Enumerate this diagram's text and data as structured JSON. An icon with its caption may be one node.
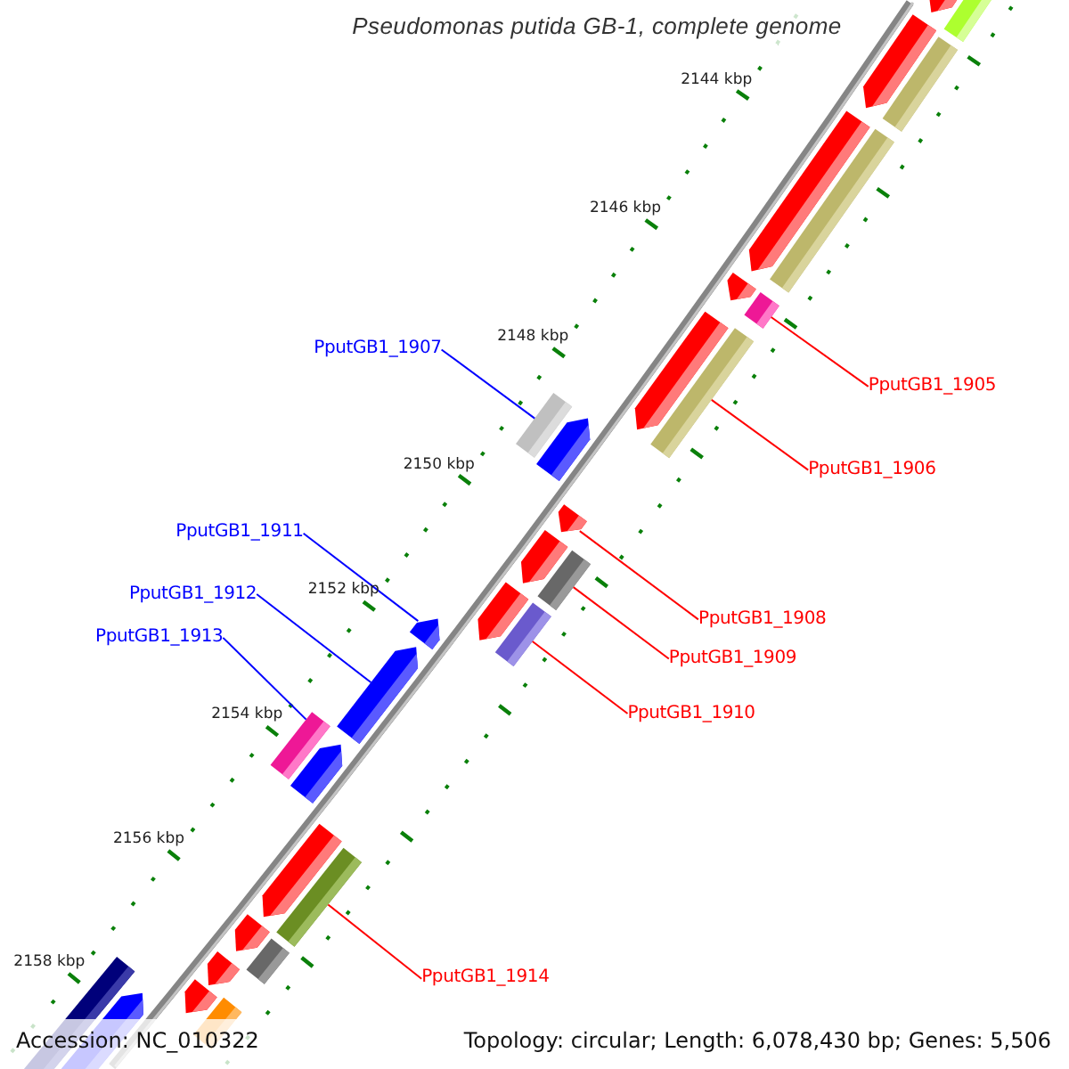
{
  "diagram": {
    "title": "Pseudomonas putida GB-1, complete genome",
    "nodes": [
      {
        "text": [
          "PputGB1_1905"
        ]
      },
      {
        "text": [],
        "shape": "bar"
      },
      {
        "text": [
          "PputGB1_1906"
        ]
      },
      {
        "text": [],
        "shape": "bar"
      },
      {
        "text": [
          "PputGB1_1907"
        ]
      },
      {
        "text": [],
        "shape": "bar"
      },
      {
        "text": [
          "PputGB1_1908"
        ]
      },
      {
        "text": [],
        "shape": "arrow"
      },
      {
        "text": [
          "PputGB1_1909"
        ]
      },
      {
        "text": [],
        "shape": "bar"
      },
      {
        "text": [
          "PputGB1_1910"
        ]
      },
      {
        "text": [],
        "shape": "bar"
      },
      {
        "text": [
          "PputGB1_1911"
        ]
      },
      {
        "text": [],
        "shape": "arrow"
      },
      {
        "text": [
          "PputGB1_1912"
        ]
      },
      {
        "text": [],
        "shape": "arrow"
      },
      {
        "text": [
          "PputGB1_1913"
        ]
      },
      {
        "text": [],
        "shape": "bar"
      },
      {
        "text": [
          "PputGB1_1914"
        ]
      },
      {
        "text": [],
        "shape": "bar"
      },
      {
        "text": [],
        "shape": "arrow"
      },
      {
        "text": [],
        "shape": "arrow"
      },
      {
        "text": [],
        "shape": "arrow"
      },
      {
        "text": [],
        "shape": "arrow"
      },
      {
        "text": [],
        "shape": "arrow"
      },
      {
        "text": [],
        "shape": "arrow"
      },
      {
        "text": [],
        "shape": "arrow"
      },
      {
        "text": [],
        "shape": "arrow"
      },
      {
        "text": [],
        "shape": "arrow"
      },
      {
        "text": [],
        "shape": "arrow"
      },
      {
        "text": [],
        "shape": "arrow"
      },
      {
        "text": [],
        "shape": "bar"
      },
      {
        "text": [],
        "shape": "bar"
      },
      {
        "text": [],
        "shape": "bar"
      },
      {
        "text": [],
        "shape": "bar"
      },
      {
        "text": [],
        "shape": "bar"
      },
      {
        "text": [],
        "shape": "arrow"
      },
      {
        "text": [],
        "shape": "arrow"
      },
      {
        "text": [],
        "shape": "arrow"
      },
      {
        "text": [],
        "shape": "bar"
      }
    ],
    "edges": [
      {
        "from": 0,
        "to": 1,
        "arrow": "none"
      },
      {
        "from": 2,
        "to": 3,
        "arrow": "none"
      },
      {
        "from": 4,
        "to": 5,
        "arrow": "none",
        "color": "#0000ff"
      },
      {
        "from": 6,
        "to": 7,
        "arrow": "none"
      },
      {
        "from": 8,
        "to": 9,
        "arrow": "none"
      },
      {
        "from": 10,
        "to": 11,
        "arrow": "none"
      },
      {
        "from": 12,
        "to": 13,
        "arrow": "none",
        "color": "#0000ff"
      },
      {
        "from": 14,
        "to": 15,
        "arrow": "none",
        "color": "#0000ff"
      },
      {
        "from": 16,
        "to": 17,
        "arrow": "none",
        "color": "#0000ff"
      },
      {
        "from": 18,
        "to": 19,
        "arrow": "none"
      }
    ],
    "labels": [
      "2144 kbp",
      "2146 kbp",
      "2148 kbp",
      "2150 kbp",
      "2152 kbp",
      "2154 kbp",
      "2156 kbp",
      "2158 kbp",
      "Accession: NC_010322",
      "Topology: circular; Length: 6,078,430 bp; Genes: 5,506"
    ]
  }
}
